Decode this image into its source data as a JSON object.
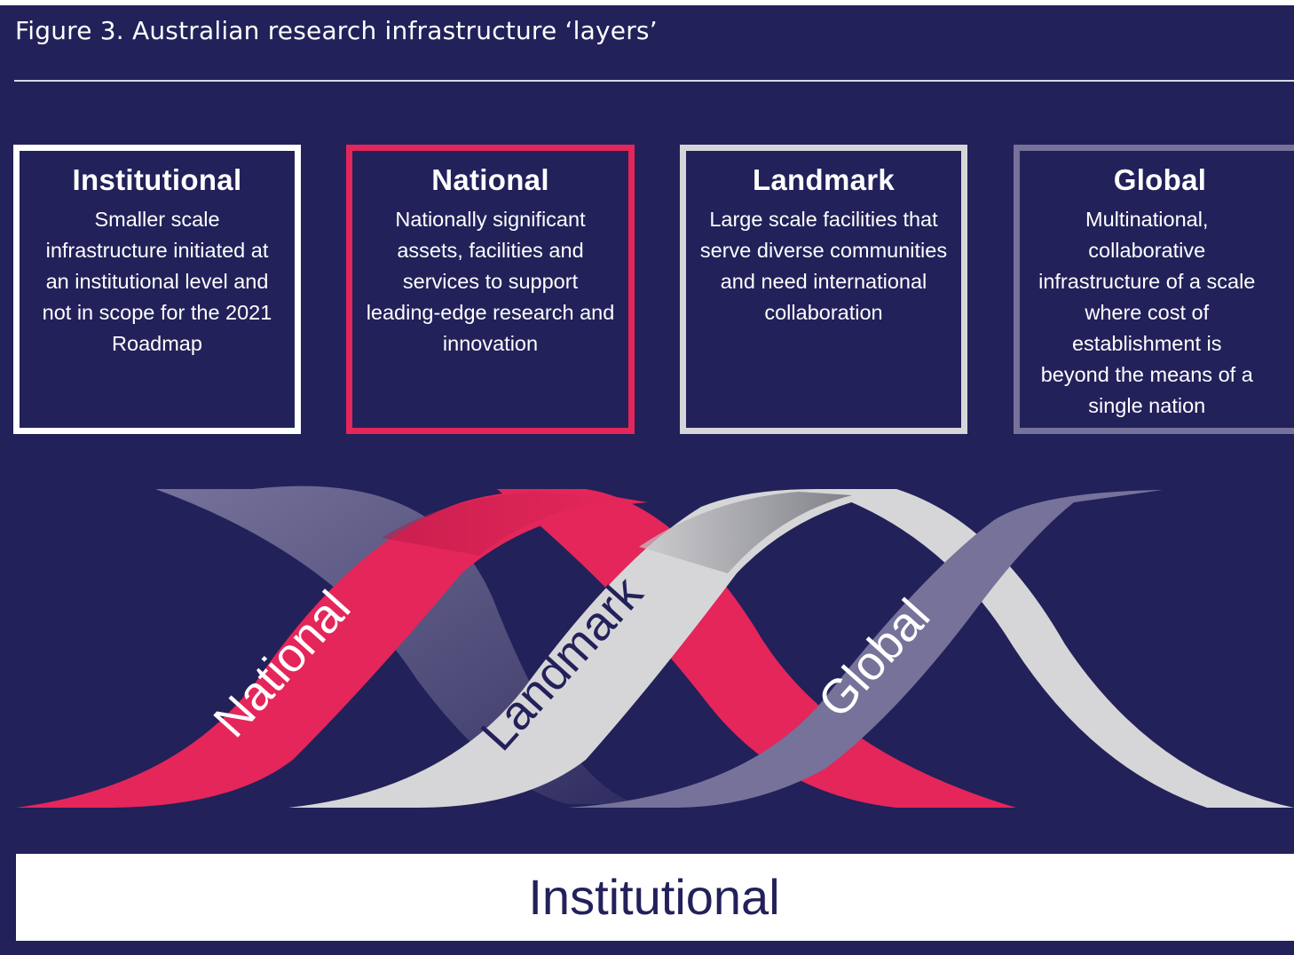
{
  "figure": {
    "title": "Figure 3. Australian research infrastructure ‘layers’"
  },
  "layers": [
    {
      "title": "Institutional",
      "description": "Smaller scale infrastructure initiated at an institutional level and not in scope for the 2021 Roadmap",
      "border_color": "#ffffff"
    },
    {
      "title": "National",
      "description": "Nationally significant assets, facilities and services to support leading-edge research and innovation",
      "border_color": "#e4265a"
    },
    {
      "title": "Landmark",
      "description": "Large scale facilities that serve diverse communities and need international collaboration",
      "border_color": "#d6d6d8"
    },
    {
      "title": "Global",
      "description": "Multinational, collaborative infrastructure of a scale where cost of establishment is beyond the means of a single nation",
      "border_color": "#76729a"
    }
  ],
  "ribbons": {
    "national": {
      "label": "National",
      "color": "#e4265a"
    },
    "landmark": {
      "label": "Landmark",
      "color": "#d6d6d8"
    },
    "global": {
      "label": "Global",
      "color": "#76729a"
    }
  },
  "base": {
    "label": "Institutional"
  },
  "colors": {
    "background": "#22215a",
    "text_light": "#ffffff",
    "text_dark": "#22215a"
  }
}
